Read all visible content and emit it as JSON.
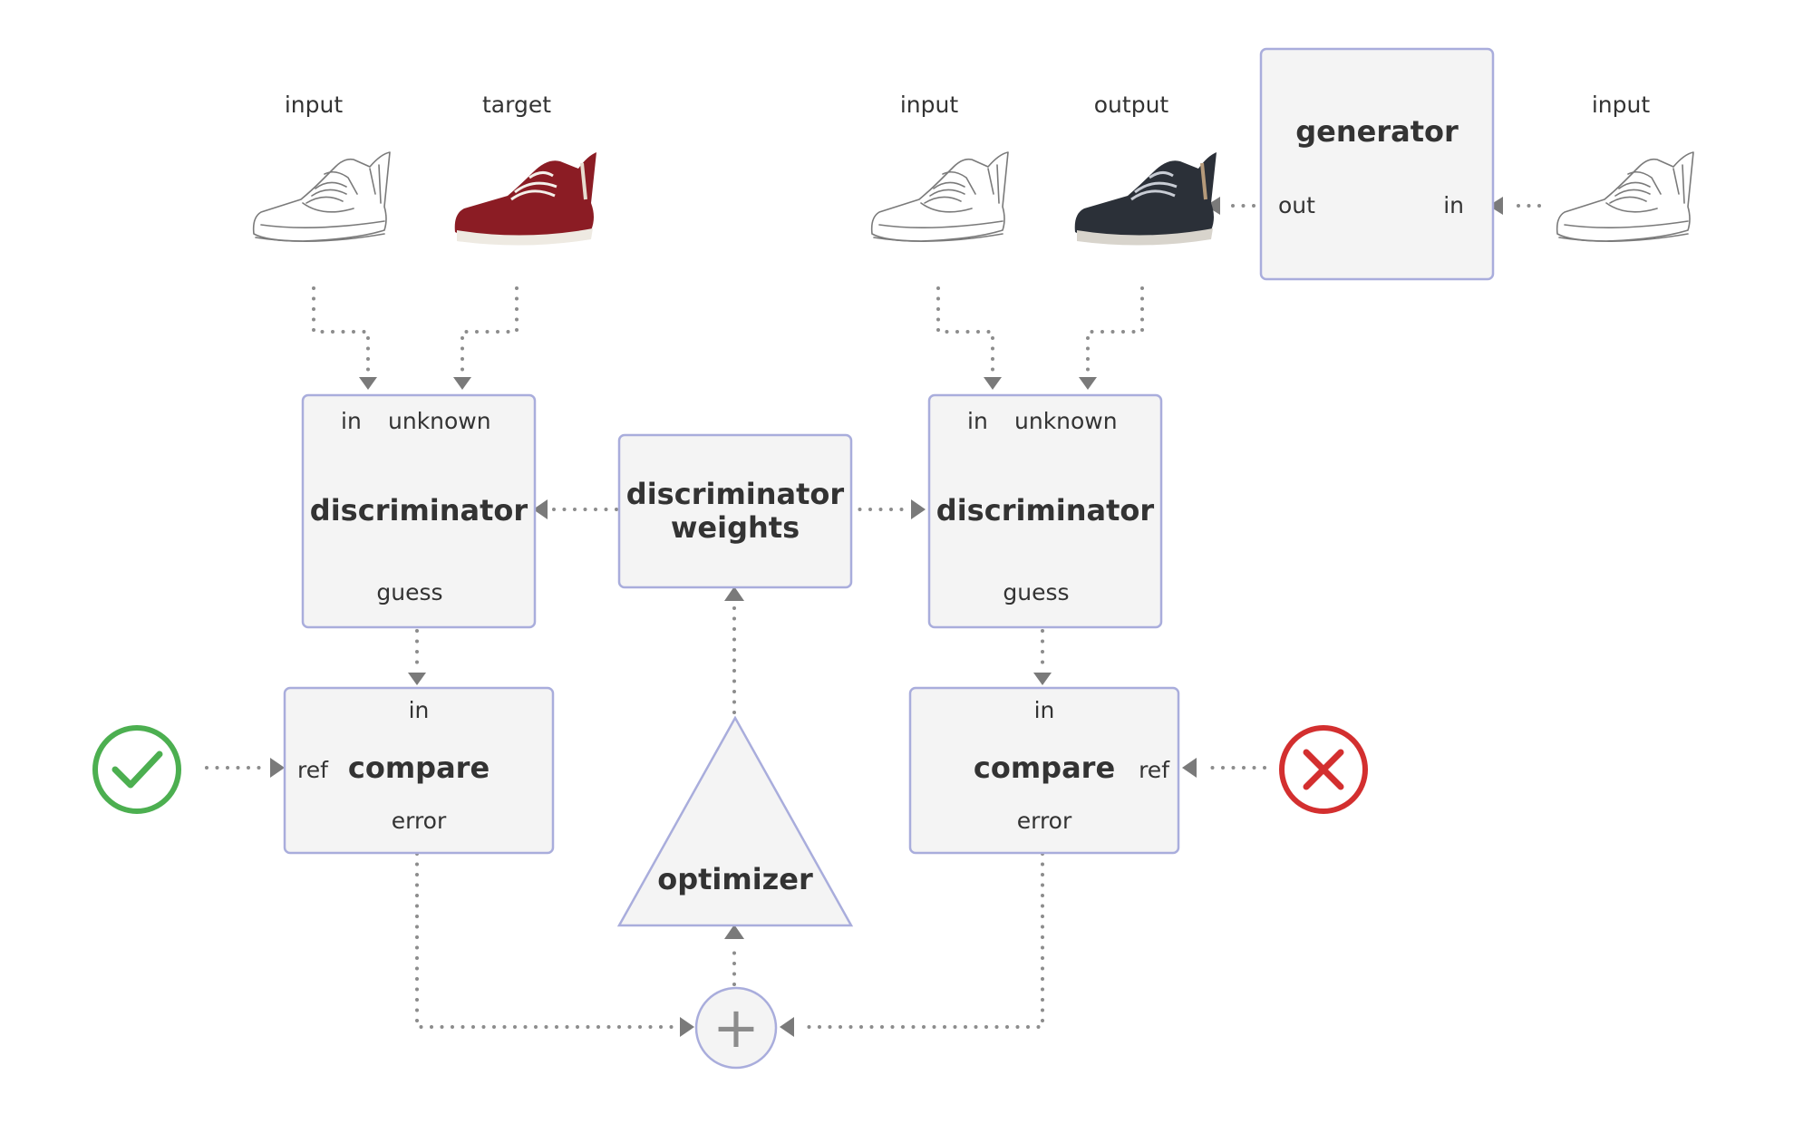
{
  "colors": {
    "box_fill": "#f4f4f4",
    "box_stroke": "#a9addc",
    "arrow": "#7a7a7a",
    "check": "#4caf50",
    "cross": "#d32f2f",
    "target_shoe": "#8b1c24",
    "output_shoe": "#2b3038"
  },
  "images": {
    "input_left": "input",
    "target_left": "target",
    "input_mid": "input",
    "output_mid": "output",
    "input_right": "input"
  },
  "generator": {
    "title": "generator",
    "out": "out",
    "in": "in"
  },
  "disc_left": {
    "in": "in",
    "unknown": "unknown",
    "title": "discriminator",
    "guess": "guess"
  },
  "disc_right": {
    "in": "in",
    "unknown": "unknown",
    "title": "discriminator",
    "guess": "guess"
  },
  "weights": {
    "line1": "discriminator",
    "line2": "weights"
  },
  "compare_left": {
    "in": "in",
    "ref": "ref",
    "title": "compare",
    "error": "error"
  },
  "compare_right": {
    "in": "in",
    "ref": "ref",
    "title": "compare",
    "error": "error"
  },
  "optimizer": {
    "title": "optimizer"
  },
  "sum": {
    "symbol": "+"
  },
  "icons": {
    "correct": "check-circle-icon",
    "wrong": "x-circle-icon"
  }
}
